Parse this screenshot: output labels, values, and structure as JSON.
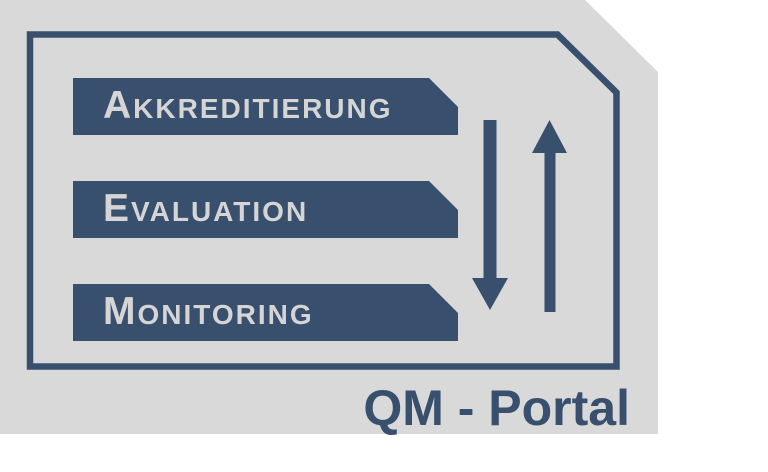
{
  "title": "QM - Portal",
  "colors": {
    "panel_bg": "#d9d9d9",
    "accent": "#38506e",
    "banner_text": "#d5d5d5"
  },
  "banners": [
    {
      "label": "AKKREDITIERUNG"
    },
    {
      "label": "EVALUATION"
    },
    {
      "label": "MONITORING"
    }
  ],
  "icons": [
    {
      "name": "arrow-down-icon"
    },
    {
      "name": "arrow-up-icon"
    }
  ],
  "footer": {
    "label": "QM - Portal"
  }
}
